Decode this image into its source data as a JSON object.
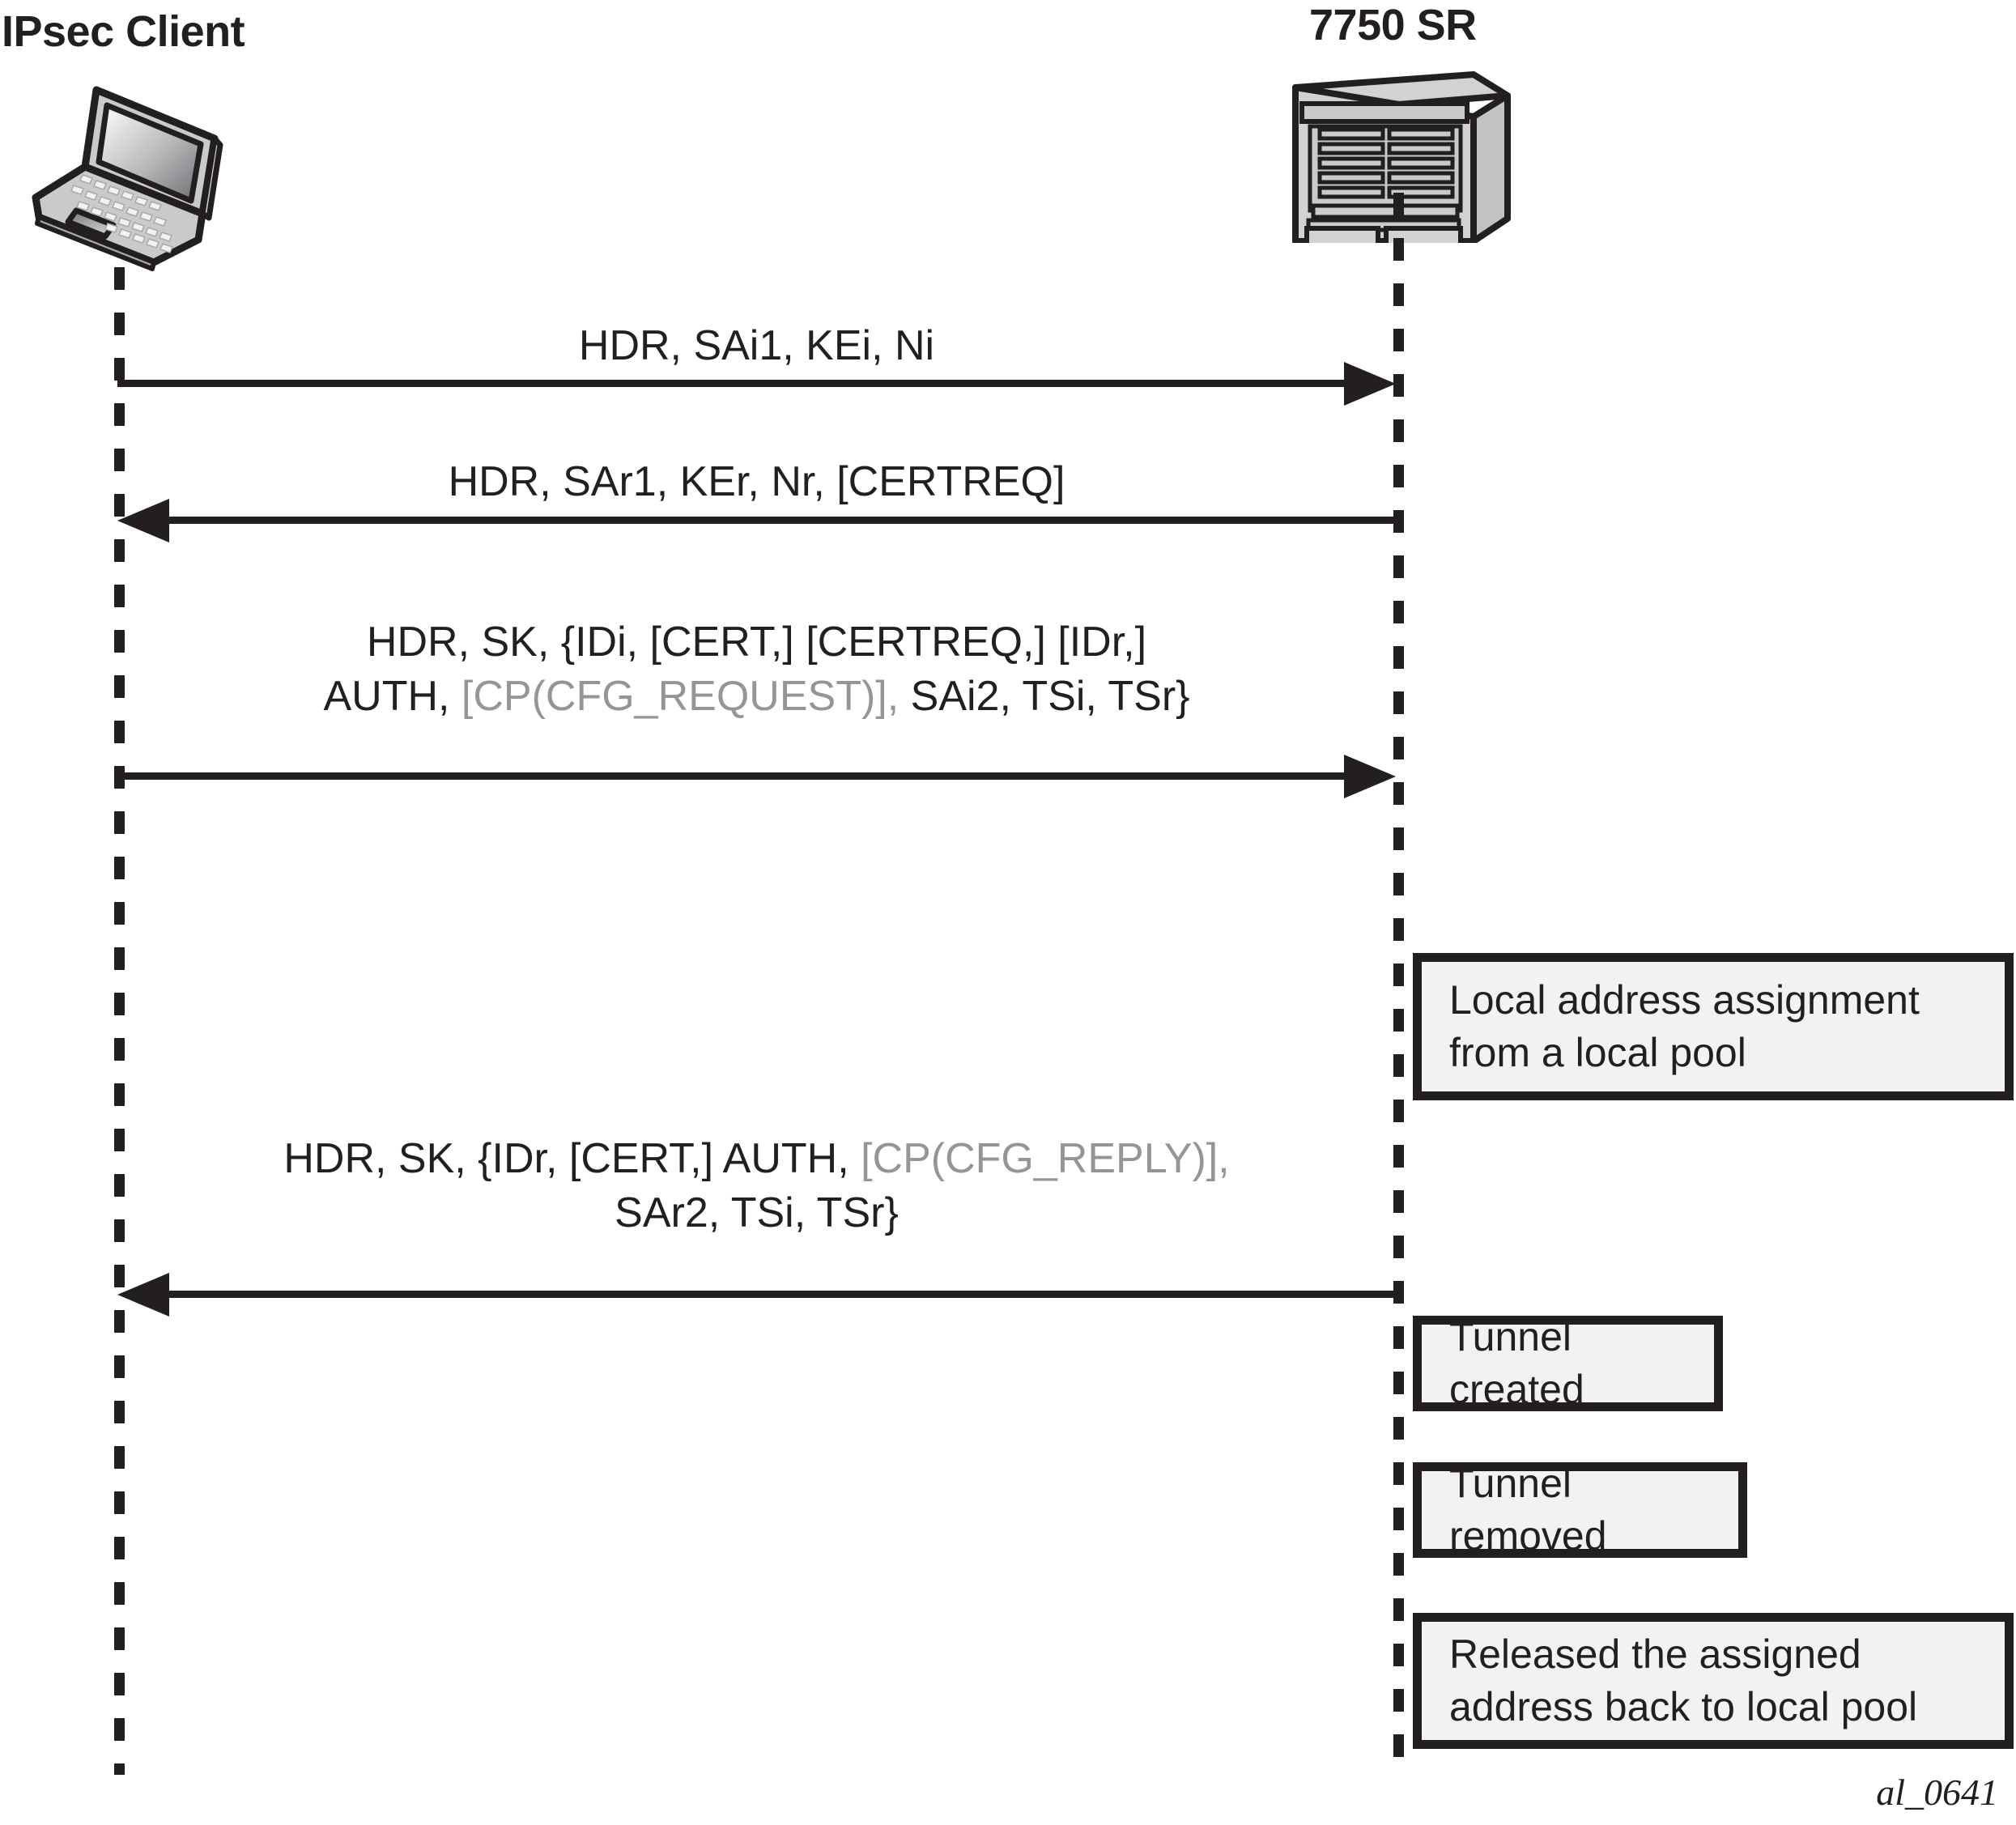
{
  "figure": {
    "id_label": "al_0641",
    "colors": {
      "ink": "#231f20",
      "dim_text": "#939598",
      "note_fill": "#f1f2f2",
      "icon_fill": "#c9cacc"
    }
  },
  "actors": {
    "left": {
      "title": "IPsec Client",
      "icon": "laptop-icon"
    },
    "right": {
      "title": "7750 SR",
      "icon": "router-chassis-icon"
    }
  },
  "messages": [
    {
      "direction": "right",
      "lines": [
        {
          "segments": [
            {
              "text": "HDR, SAi1, KEi, Ni",
              "dim": false
            }
          ]
        }
      ]
    },
    {
      "direction": "left",
      "lines": [
        {
          "segments": [
            {
              "text": "HDR, SAr1, KEr, Nr, [CERTREQ]",
              "dim": false
            }
          ]
        }
      ]
    },
    {
      "direction": "right",
      "lines": [
        {
          "segments": [
            {
              "text": "HDR, SK, {IDi, [CERT,] [CERTREQ,] [IDr,]",
              "dim": false
            }
          ]
        },
        {
          "segments": [
            {
              "text": "AUTH, ",
              "dim": false
            },
            {
              "text": "[CP(CFG_REQUEST)],",
              "dim": true
            },
            {
              "text": " SAi2, TSi, TSr}",
              "dim": false
            }
          ]
        }
      ]
    },
    {
      "direction": "left",
      "lines": [
        {
          "segments": [
            {
              "text": "HDR, SK, {IDr, [CERT,] AUTH, ",
              "dim": false
            },
            {
              "text": "[CP(CFG_REPLY)],",
              "dim": true
            }
          ]
        },
        {
          "segments": [
            {
              "text": "SAr2, TSi, TSr}",
              "dim": false
            }
          ]
        }
      ]
    }
  ],
  "notes": [
    {
      "text": "Local address assignment\nfrom a local pool"
    },
    {
      "text": "Tunnel created"
    },
    {
      "text": "Tunnel removed"
    },
    {
      "text": "Released the assigned\naddress back to local pool"
    }
  ]
}
